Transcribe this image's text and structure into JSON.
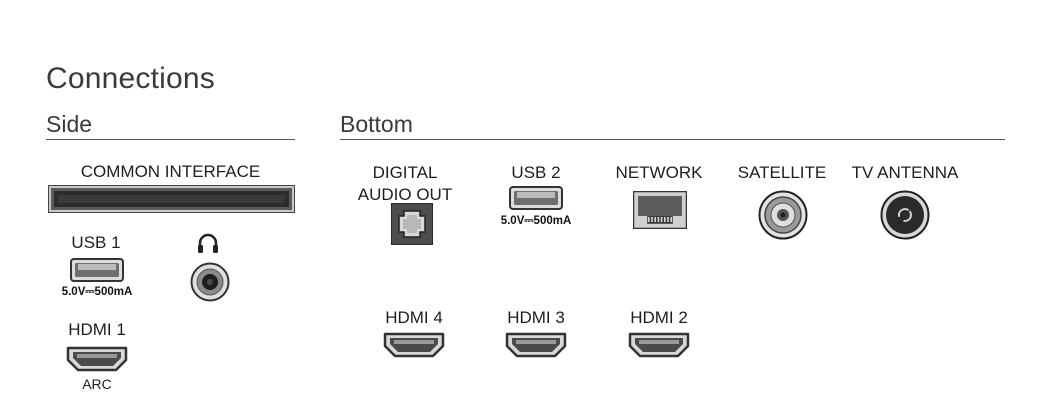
{
  "title": "Connections",
  "sections": {
    "side": "Side",
    "bottom": "Bottom"
  },
  "side": {
    "common_interface": {
      "label": "COMMON INTERFACE",
      "icon": "ci-slot-icon"
    },
    "usb1": {
      "label": "USB 1",
      "spec": "5.0V⎓500mA",
      "icon": "usb-port-icon"
    },
    "headphones": {
      "icon": "headphones-icon",
      "jack_icon": "audio-jack-icon"
    },
    "hdmi1": {
      "label": "HDMI 1",
      "sub": "ARC",
      "icon": "hdmi-port-icon"
    }
  },
  "bottom": {
    "digital_audio_out": {
      "label_line1": "DIGITAL",
      "label_line2": "AUDIO OUT",
      "icon": "optical-port-icon"
    },
    "usb2": {
      "label": "USB 2",
      "spec": "5.0V⎓500mA",
      "icon": "usb-port-icon"
    },
    "network": {
      "label": "NETWORK",
      "icon": "ethernet-port-icon"
    },
    "satellite": {
      "label": "SATELLITE",
      "icon": "satellite-connector-icon"
    },
    "tv_antenna": {
      "label": "TV ANTENNA",
      "icon": "antenna-connector-icon"
    },
    "hdmi4": {
      "label": "HDMI 4",
      "icon": "hdmi-port-icon"
    },
    "hdmi3": {
      "label": "HDMI 3",
      "icon": "hdmi-port-icon"
    },
    "hdmi2": {
      "label": "HDMI 2",
      "icon": "hdmi-port-icon"
    }
  },
  "colors": {
    "port_dark": "#333333",
    "port_mid": "#7a7a7a",
    "port_light": "#d0d0d0",
    "rule": "#555555"
  }
}
